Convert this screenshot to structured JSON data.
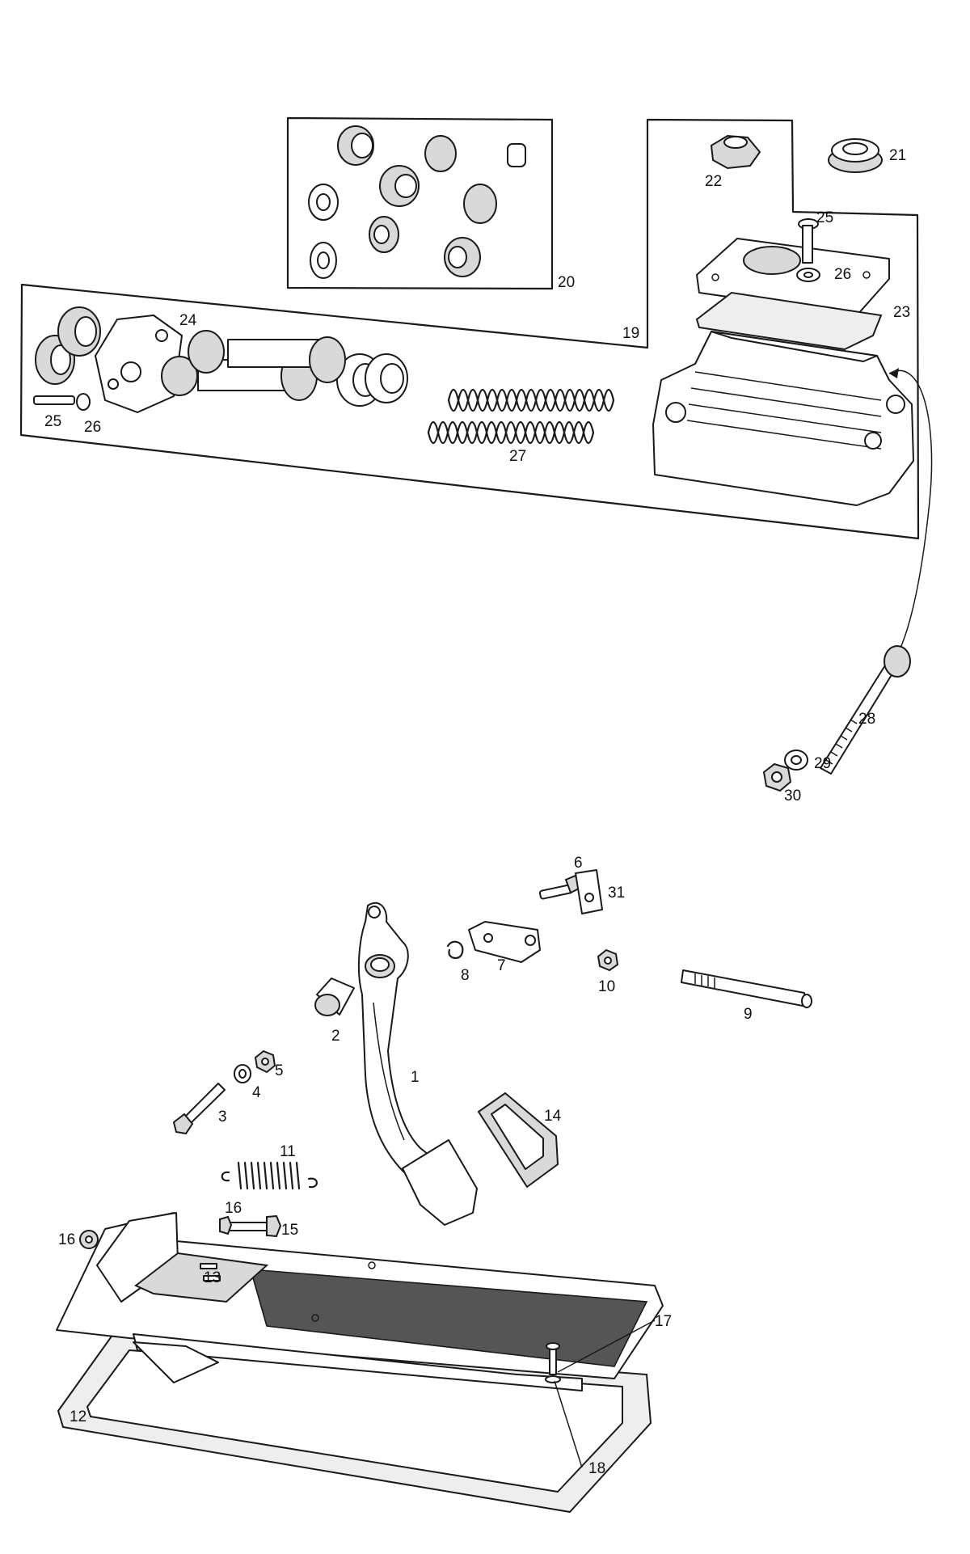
{
  "diagram": {
    "labels": {
      "l1": "1",
      "l2": "2",
      "l3": "3",
      "l4": "4",
      "l5": "5",
      "l6": "6",
      "l7": "7",
      "l8": "8",
      "l9": "9",
      "l10": "10",
      "l11": "11",
      "l12": "12",
      "l13": "13",
      "l14": "14",
      "l15": "15",
      "l16a": "16",
      "l16b": "16",
      "l17": "17",
      "l18": "18",
      "l19": "19",
      "l20": "20",
      "l21": "21",
      "l22": "22",
      "l23": "23",
      "l24": "24",
      "l25a": "25",
      "l25b": "25",
      "l26a": "26",
      "l26b": "26",
      "l27": "27",
      "l28": "28",
      "l29": "29",
      "l30": "30",
      "l31": "31"
    }
  }
}
